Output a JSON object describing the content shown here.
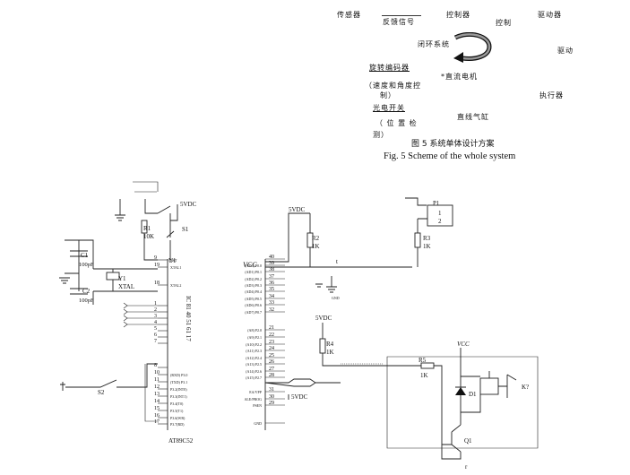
{
  "block_diagram": {
    "sensor": "传感器",
    "feedback_signal": "反馈信号",
    "controller": "控制器",
    "control": "控制",
    "driver": "驱动器",
    "drive": "驱动",
    "closed_loop": "闭环系统",
    "rotary_encoder": "旋转编码器",
    "speed_angle_a": "（速度和角度控",
    "speed_angle_b": "制）",
    "dc_motor": "*直流电机",
    "actuator": "执行器",
    "photo_switch": "光电开关",
    "position_detect_a": "（ 位 置 检",
    "position_detect_b": "测）",
    "linear_cylinder": "直线气缸"
  },
  "figure": {
    "caption_zh": "图 5 系统单体设计方案",
    "caption_en": "Fig. 5 Scheme of the whole system"
  },
  "schematic": {
    "reset_vcc_label": "5VDC",
    "r1_name": "R1",
    "r1_value": "10K",
    "s1_name": "S1",
    "c1_name": "C1",
    "c1_value": "100pF",
    "c2_name": "C2",
    "c2_value": "100pF",
    "y1_name": "Y1",
    "y1_type": "XTAL",
    "u1_name": "U1",
    "mcu_name": "AT89C52",
    "mcu_vertical_label": "IC 81 40 51 61 17",
    "left_pins": [
      {
        "num": "9",
        "name": "RST"
      },
      {
        "num": "19",
        "name": "XTAL1"
      },
      {
        "num": "18",
        "name": "XTAL2"
      },
      {
        "num": "1",
        "name": ""
      },
      {
        "num": "2",
        "name": ""
      },
      {
        "num": "3",
        "name": ""
      },
      {
        "num": "4",
        "name": ""
      },
      {
        "num": "5",
        "name": ""
      },
      {
        "num": "6",
        "name": ""
      },
      {
        "num": "7",
        "name": ""
      },
      {
        "num": "8",
        "name": ""
      },
      {
        "num": "10",
        "name": "(RXD) P3.0"
      },
      {
        "num": "11",
        "name": "(TXD) P3.1"
      },
      {
        "num": "12",
        "name": "P3.2(INT0)"
      },
      {
        "num": "13",
        "name": "P3.3(INT1)"
      },
      {
        "num": "14",
        "name": "P3.4(T0)"
      },
      {
        "num": "15",
        "name": "P3.5(T1)"
      },
      {
        "num": "16",
        "name": "P3.6(WR)"
      },
      {
        "num": "17",
        "name": "P3.7(RD)"
      }
    ],
    "s2_name": "S2",
    "vcc_label": "VCC",
    "right_pins": [
      {
        "num": "40",
        "name": ""
      },
      {
        "num": "39",
        "name": "(AD0) P0.0"
      },
      {
        "num": "38",
        "name": "(AD1) P0.1"
      },
      {
        "num": "37",
        "name": "(AD2) P0.2"
      },
      {
        "num": "36",
        "name": "(AD3) P0.3"
      },
      {
        "num": "35",
        "name": "(AD4) P0.4"
      },
      {
        "num": "34",
        "name": "(AD5) P0.5"
      },
      {
        "num": "33",
        "name": "(AD6) P0.6"
      },
      {
        "num": "32",
        "name": "(AD7) P0.7"
      },
      {
        "num": "21",
        "name": "(A8) P2.0"
      },
      {
        "num": "22",
        "name": "(A9) P2.1"
      },
      {
        "num": "23",
        "name": "(A10) P2.2"
      },
      {
        "num": "24",
        "name": "(A11) P2.3"
      },
      {
        "num": "25",
        "name": "(A12) P2.4"
      },
      {
        "num": "26",
        "name": "(A13) P2.5"
      },
      {
        "num": "27",
        "name": "(A14) P2.6"
      },
      {
        "num": "28",
        "name": "(A15) P2.7"
      },
      {
        "num": "31",
        "name": "EA/VPP"
      },
      {
        "num": "30",
        "name": "ALE/PROG"
      },
      {
        "num": "29",
        "name": "PSEN"
      },
      {
        "num": "",
        "name": "GND"
      }
    ],
    "vdc_top": "5VDC",
    "r2_name": "R2",
    "r2_value": "1K",
    "p1_name": "P1",
    "p1_pin1": "1",
    "p1_pin2": "2",
    "r3_name": "R3",
    "r3_value": "1K",
    "vdc_mid": "5VDC",
    "r4_name": "R4",
    "r4_value": "1K",
    "vdc_low": "5VDC",
    "r5_name": "R5",
    "r5_value": "1K",
    "relay_vcc": "VCC",
    "d1_name": "D1",
    "k_name": "K?",
    "q1_name": "Q1",
    "wire_t": "t",
    "bottom_mark": "r"
  }
}
